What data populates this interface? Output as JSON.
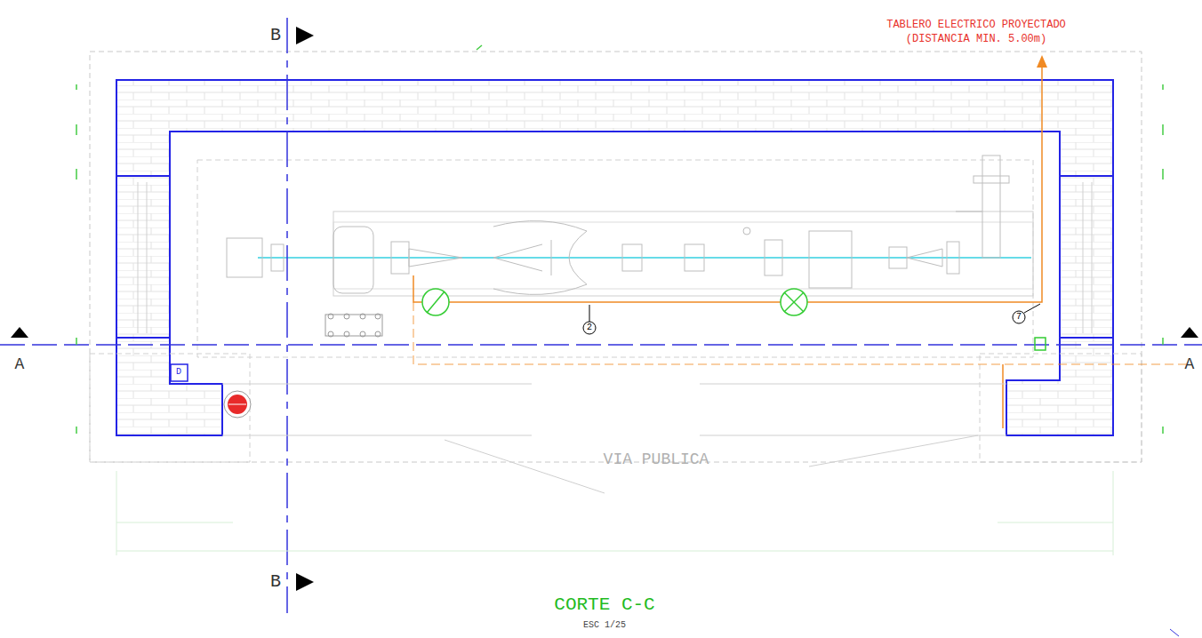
{
  "diagram": {
    "title": "CORTE C-C",
    "labels": [
      "TABLERO ELECTRICO PROYECTADO",
      "(DISTANCIA MIN. 5.00m)",
      "B",
      "B",
      "A",
      "A",
      "2",
      "7",
      "D",
      "VIA PUBLICA",
      "ESC 1/25"
    ]
  }
}
